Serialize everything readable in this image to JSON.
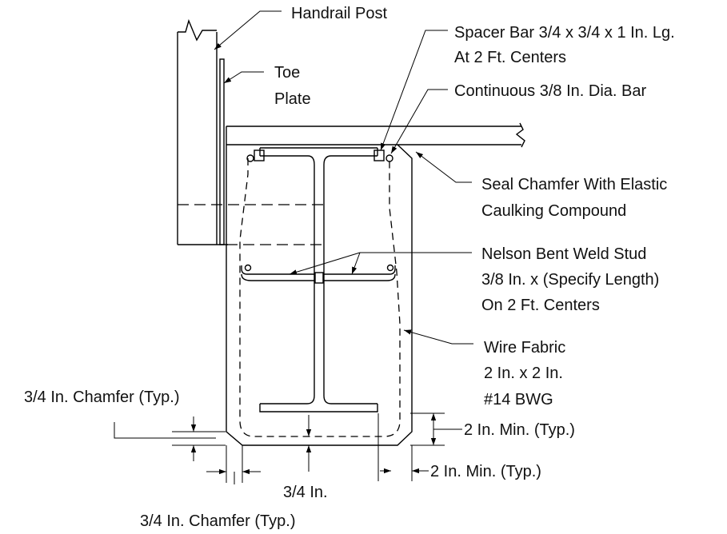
{
  "labels": {
    "handrail_post": "Handrail Post",
    "toe_plate_1": "Toe",
    "toe_plate_2": "Plate",
    "spacer_bar_1": "Spacer Bar 3/4 x 3/4 x 1 In. Lg.",
    "spacer_bar_2": "At 2 Ft. Centers",
    "continuous_bar": "Continuous 3/8 In. Dia.  Bar",
    "seal_chamfer_1": "Seal Chamfer With Elastic",
    "seal_chamfer_2": "Caulking Compound",
    "nelson_stud_1": "Nelson Bent Weld Stud",
    "nelson_stud_2": "3/8 In. x (Specify Length)",
    "nelson_stud_3": "On 2 Ft. Centers",
    "wire_fabric_1": "Wire Fabric",
    "wire_fabric_2": "2 In. x 2 In.",
    "wire_fabric_3": "#14 BWG",
    "chamfer_left": "3/4 In. Chamfer (Typ.)",
    "min_right_vertical": "2 In. Min. (Typ.)",
    "min_right_horizontal": "2 In. Min. (Typ.)",
    "cover_bottom": "3/4 In.",
    "chamfer_bottom": "3/4 In. Chamfer (Typ.)"
  }
}
